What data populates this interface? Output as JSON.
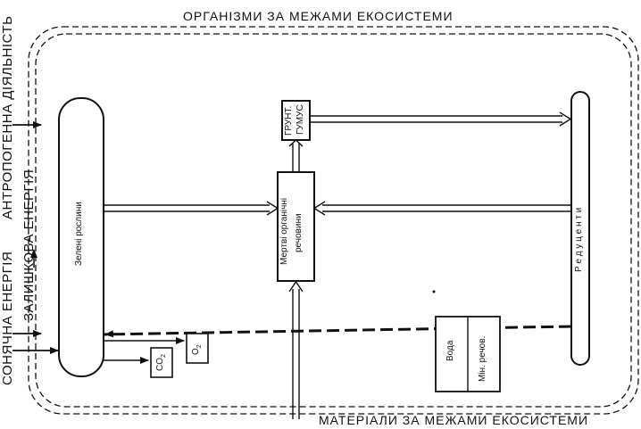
{
  "diagram": {
    "title_top": "ОРГАНІЗМИ ЗА МЕЖАМИ ЕКОСИСТЕМИ",
    "title_bottom": "МАТЕРІАЛИ ЗА МЕЖАМИ ЕКОСИСТЕМИ",
    "left_labels": {
      "anthropogenic": "АНТРОПОГЕННА ДІЯЛЬНІСТЬ",
      "residual_energy": "ЗАЛИШКОВА ЕНЕРГІЯ",
      "solar_energy": "СОНЯЧНА ЕНЕРГІЯ"
    },
    "nodes": {
      "green_plants": "Зелені рослини",
      "dead_organic_1": "Мертві органічні",
      "dead_organic_2": "речовини",
      "soil_humus_1": "ГРУНТ.",
      "soil_humus_2": "ГУМУС",
      "decomposers": "Р е д у ц е н т и",
      "water": "Вода",
      "minerals": "Мін. речов.",
      "co2": "CO",
      "co2_sub": "2",
      "o2": "O",
      "o2_sub": "2"
    }
  }
}
